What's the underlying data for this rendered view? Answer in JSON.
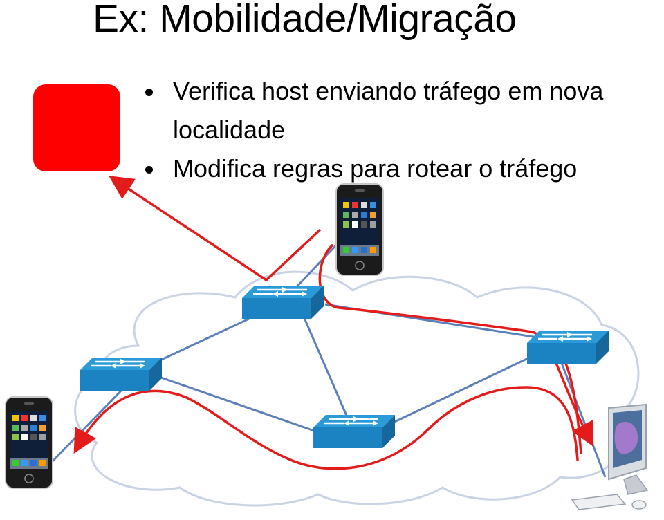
{
  "slide": {
    "title": "Ex: Mobilidade/Migração",
    "bullets": [
      {
        "text": "Verifica host enviando tráfego em nova"
      },
      {
        "text": "localidade"
      },
      {
        "text": "Modifica regras para rotear o tráfego"
      }
    ]
  },
  "colors": {
    "accent": "#ff0000",
    "route": "#e31b1b",
    "link": "#5b7fb8",
    "switch_top": "#2a9bd8",
    "switch_side": "#1b74b0",
    "cloud": "#c9d3e3"
  },
  "icons": [
    "red-square",
    "switch-icon",
    "smartphone-icon",
    "desktop-computer-icon",
    "cloud-shape"
  ]
}
